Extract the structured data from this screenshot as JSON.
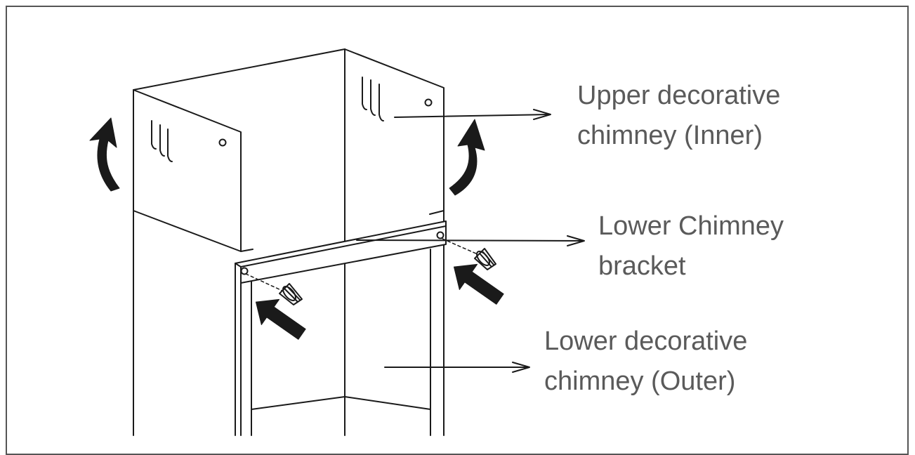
{
  "labels": {
    "upper": {
      "line1": "Upper decorative",
      "line2": "chimney (Inner)"
    },
    "bracket": {
      "line1": "Lower Chimney",
      "line2": "bracket"
    },
    "lower": {
      "line1": "Lower decorative",
      "line2": "chimney (Outer)"
    }
  },
  "colors": {
    "ink": "#1a1a1a",
    "frame": "#555555",
    "label_text": "#5a5a5a",
    "background": "#ffffff"
  }
}
